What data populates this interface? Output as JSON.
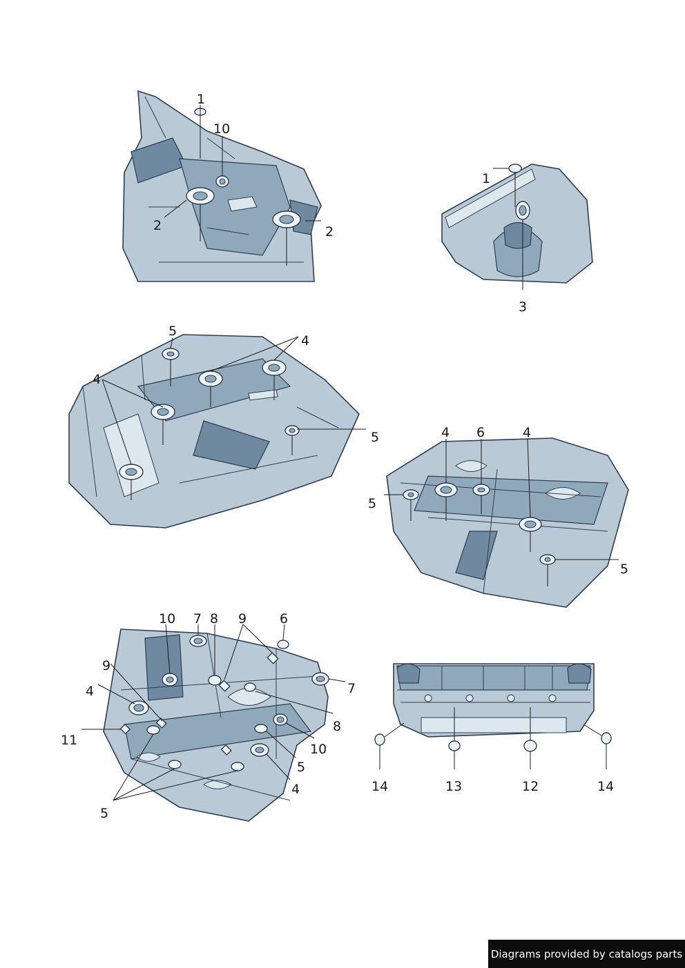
{
  "footer": {
    "text": "Diagrams provided by catalogs parts"
  },
  "colors": {
    "body": "#b9cad6",
    "outline": "#2c3e4f",
    "badge": "#0d0d0d"
  },
  "callouts": {
    "panel_front_left": [
      "1",
      "10",
      "2",
      "2"
    ],
    "panel_front_right": [
      "1",
      "3"
    ],
    "panel_mid_left": [
      "5",
      "4",
      "4",
      "5"
    ],
    "panel_mid_right": [
      "4",
      "6",
      "4",
      "5",
      "5"
    ],
    "panel_rear_left": [
      "10",
      "7",
      "8",
      "9",
      "6",
      "9",
      "4",
      "7",
      "8",
      "11",
      "10",
      "5",
      "4",
      "5"
    ],
    "panel_rear_right": [
      "14",
      "13",
      "12",
      "14"
    ]
  }
}
